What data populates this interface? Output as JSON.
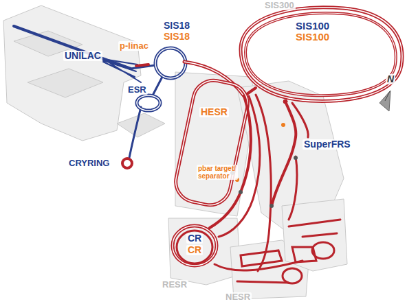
{
  "diagram": {
    "labels": [
      "SIS300",
      "SIS100",
      "SIS100",
      "p-linac",
      "SIS18",
      "SIS18",
      "UNILAC",
      "ESR",
      "CRYRING",
      "HESR",
      "SuperFRS",
      "N",
      "pbar target/ separator",
      "CR",
      "CR",
      "RESR",
      "NESR"
    ]
  }
}
